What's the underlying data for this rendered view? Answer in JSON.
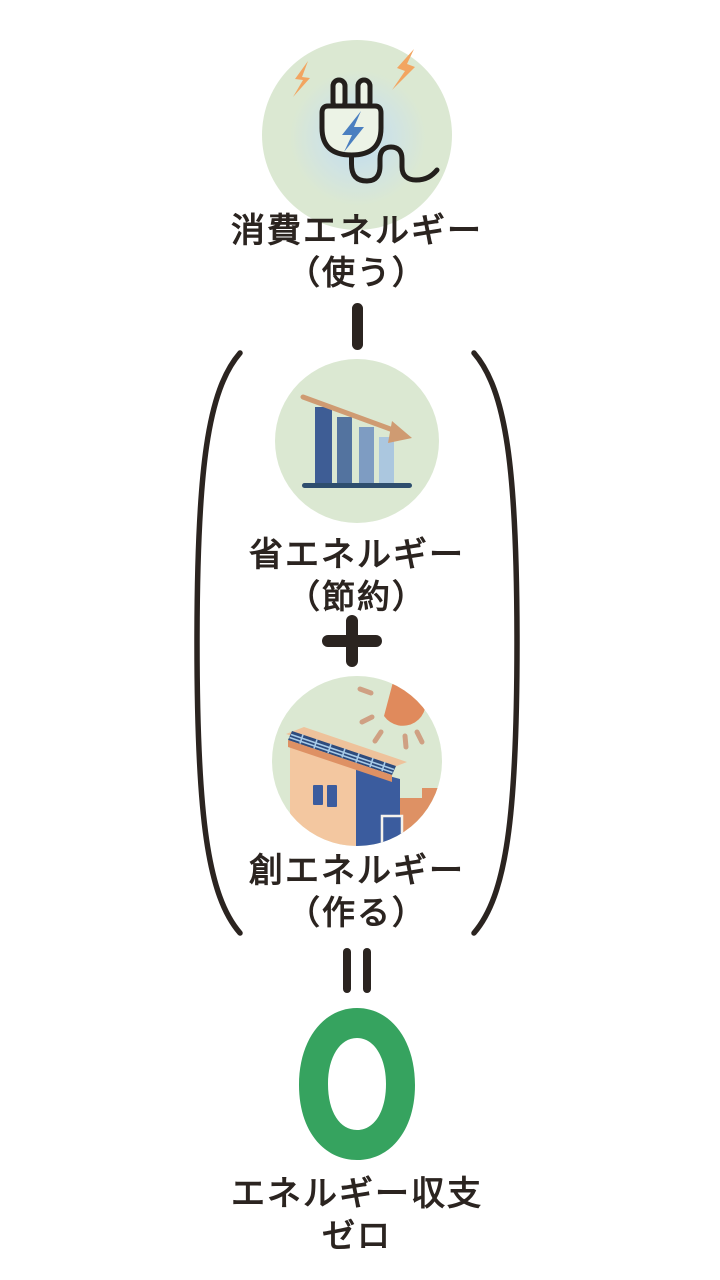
{
  "page": {
    "background": "#ffffff",
    "description_icons": [
      "plug-icon",
      "bar-chart-decreasing-icon",
      "solar-house-icon"
    ]
  },
  "colors": {
    "ink": "#2b2420",
    "circle_bg": "#dbe8d2",
    "zero_green": "#36a35f",
    "orange": "#e89763",
    "blue": "#3b5c9e"
  },
  "sections": {
    "consumption": {
      "icon": "plug-icon",
      "title": "消費エネルギー",
      "subtitle": "（使う）"
    },
    "minus": {
      "symbol": "−",
      "meaning": "minus"
    },
    "saving": {
      "icon": "bar-chart-decreasing-icon",
      "title": "省エネルギー",
      "subtitle": "（節約）"
    },
    "plus": {
      "symbol": "＋",
      "meaning": "plus"
    },
    "creation": {
      "icon": "solar-house-icon",
      "title": "創エネルギー",
      "subtitle": "（作る）"
    },
    "equals": {
      "symbol": "＝",
      "meaning": "equals"
    },
    "result": {
      "value": "0",
      "title": "エネルギー収支",
      "subtitle": "ゼロ"
    }
  }
}
